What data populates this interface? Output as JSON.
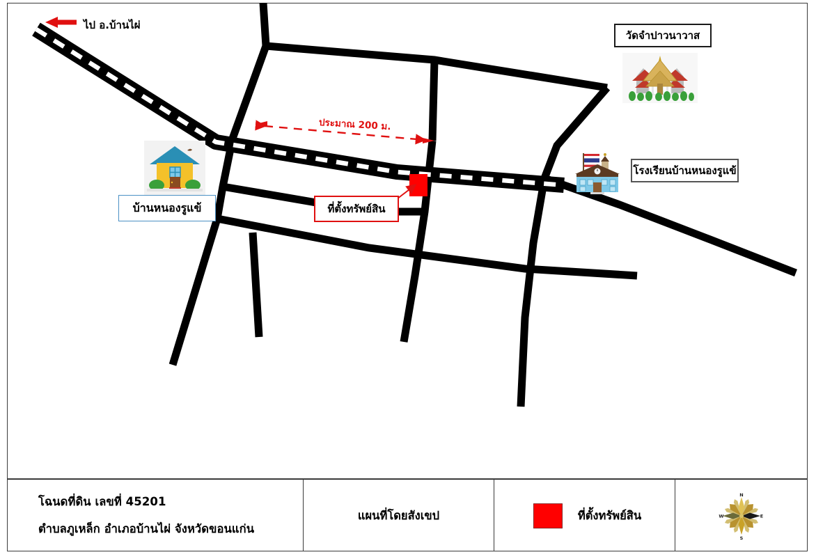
{
  "document": {
    "type": "property-location-map",
    "title_th": "แผนที่โดยสังเขป"
  },
  "map": {
    "direction_arrow_label": "ไป อ.บ้านไผ่",
    "distance_label": "ประมาณ 200 ม.",
    "labels": {
      "temple": "วัดจำปาวนาวาส",
      "school": "โรงเรียนบ้านหนองรูแข้",
      "village_house": "บ้านหนองรูแข้",
      "property": "ที่ตั้งทรัพย์สิน"
    },
    "icons": {
      "temple": "thai-temple-icon",
      "school": "school-building-icon",
      "house": "house-icon",
      "property_marker": "red-square-marker-icon",
      "direction_arrow": "red-left-arrow-icon",
      "distance_arrow": "red-dashed-double-arrow-icon",
      "pointer": "red-callout-arrow-icon"
    },
    "colors": {
      "road": "#000000",
      "marker_red": "#ff0000",
      "annotation_red": "#e01010",
      "house_box_border": "#4a90c4",
      "frame": "#3a3a3a",
      "compass_gold": "#c9a227"
    }
  },
  "footer": {
    "deed_line1": "โฉนดที่ดิน เลขที่ 45201",
    "deed_line2": "ตำบลภูเหล็ก อำเภอบ้านไผ่ จังหวัดขอนแก่น",
    "map_title": "แผนที่โดยสังเขป",
    "legend_label": "ที่ตั้งทรัพย์สิน",
    "legend_swatch_color": "#ff0000"
  },
  "compass": {
    "north": "N",
    "east": "E",
    "south": "S",
    "west": "W"
  }
}
